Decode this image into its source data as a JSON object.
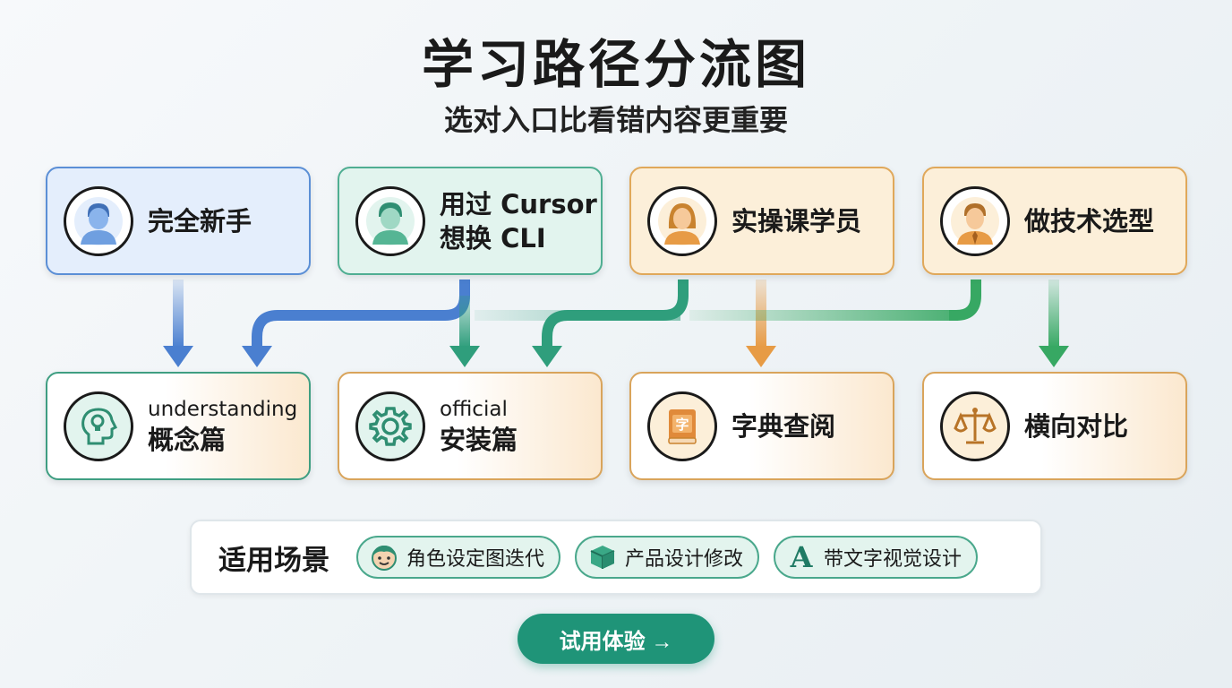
{
  "title": "学习路径分流图",
  "subtitle": "选对入口比看错内容更重要",
  "sources": [
    {
      "label": "完全新手",
      "icon": "user-avatar-icon"
    },
    {
      "label_line1": "用过 Cursor",
      "label_line2": "想换 CLI",
      "icon": "user-avatar-icon"
    },
    {
      "label": "实操课学员",
      "icon": "female-user-avatar-icon"
    },
    {
      "label": "做技术选型",
      "icon": "businessman-avatar-icon"
    }
  ],
  "targets": [
    {
      "label_small": "understanding",
      "label": "概念篇",
      "icon": "brain-lightbulb-icon"
    },
    {
      "label_small": "official",
      "label": "安装篇",
      "icon": "gear-icon"
    },
    {
      "label": "字典查阅",
      "icon": "dictionary-book-icon",
      "icon_text": "字"
    },
    {
      "label": "横向对比",
      "icon": "balance-scale-icon"
    }
  ],
  "scenes": {
    "label": "适用场景",
    "items": [
      {
        "label": "角色设定图迭代",
        "icon": "smiley-face-icon"
      },
      {
        "label": "产品设计修改",
        "icon": "package-box-icon"
      },
      {
        "label": "带文字视觉设计",
        "icon": "letter-a-icon",
        "icon_text": "A"
      }
    ]
  },
  "cta": {
    "label": "试用体验 →"
  },
  "colors": {
    "blue": "#4a7fd0",
    "teal": "#2f9e7c",
    "orange": "#e79b45",
    "green": "#37a863",
    "cta": "#1f9478"
  }
}
